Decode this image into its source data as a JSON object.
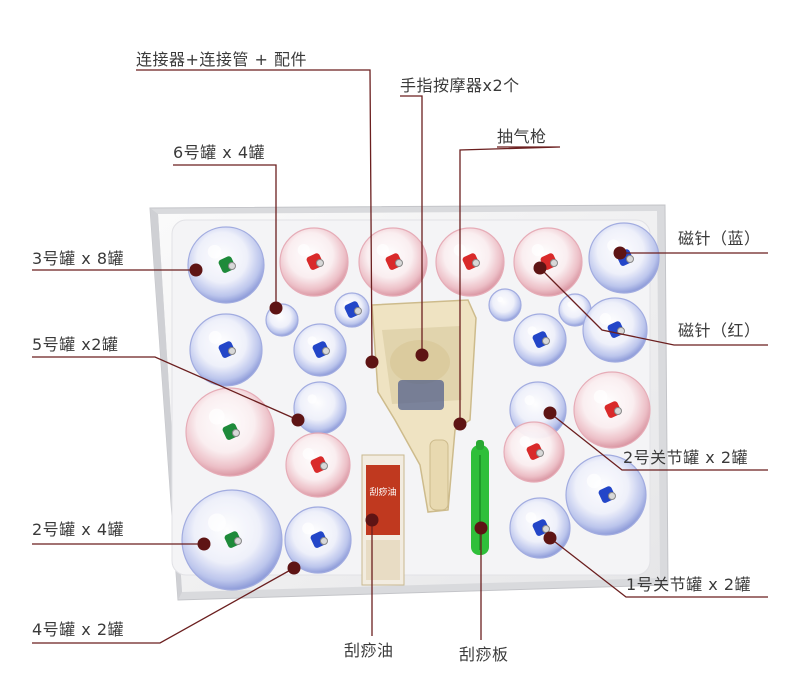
{
  "labels": {
    "connector": "连接器+连接管 + 配件",
    "finger_massager": "手指按摩器x2个",
    "pump_gun": "抽气枪",
    "cup6": "6号罐 x 4罐",
    "cup3": "3号罐 x 8罐",
    "magnet_blue": "磁针（蓝）",
    "magnet_red": "磁针（红）",
    "cup5": "5号罐 x2罐",
    "joint2": "2号关节罐 x 2罐",
    "cup2": "2号罐 x 4罐",
    "joint1": "1号关节罐 x 2罐",
    "cup4": "4号罐 x 2罐",
    "oil": "刮痧油",
    "board": "刮痧板"
  },
  "product": {
    "oil_box_text": "刮痧油"
  },
  "colors": {
    "leader_line": "#6b1f1f",
    "marker_dot": "#5e1414",
    "label_text": "#3a3a3a",
    "valve_red": "#d92a2a",
    "valve_blue": "#2346c8",
    "valve_green": "#1e8a3a",
    "scraper_green": "#2fbf3a",
    "pump_cream": "#efe3c2",
    "oil_box": "#c0391f"
  }
}
